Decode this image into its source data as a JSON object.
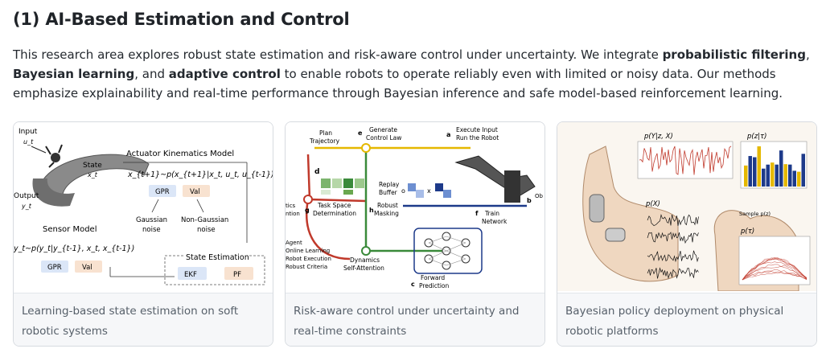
{
  "section": {
    "title": "(1) AI-Based Estimation and Control",
    "intro": {
      "p1": "This research area explores robust state estimation and risk-aware control under uncertainty. We integrate ",
      "b1": "probabilistic filtering",
      "p2": ", ",
      "b2": "Bayesian learning",
      "p3": ", and ",
      "b3": "adaptive control",
      "p4": " to enable robots to operate reliably even with limited or noisy data. Our methods emphasize explainability and real-time performance through Bayesian inference and safe model-based reinforcement learning."
    }
  },
  "cards": [
    {
      "caption": "Learning-based state estimation on soft robotic systems",
      "figure": {
        "input": "Input",
        "u_t": "u_t",
        "state": "State",
        "x_t": "x_t",
        "output": "Output",
        "y_t": "y_t",
        "actuator_title": "Actuator Kinematics Model",
        "actuator_eq": "x_{t+1}~p(x_{t+1}|x_t, u_t, u_{t-1})",
        "gpr": "GPR",
        "val": "Val",
        "gaussian": "Gaussian",
        "noise": "noise",
        "nongaussian": "Non-Gaussian",
        "sensor_title": "Sensor Model",
        "sensor_eq": "y_t~p(y_t|y_{t-1}, x_t, x_{t-1})",
        "state_est": "State Estimation",
        "ekf": "EKF",
        "pf": "PF"
      }
    },
    {
      "caption": "Risk-aware control under uncertainty and real-time constraints",
      "figure": {
        "plan": "Plan",
        "trajectory": "Trajectory",
        "d": "d",
        "e": "e",
        "generate": "Generate",
        "control_law": "Control Law",
        "a": "a",
        "execute": "Execute Input",
        "run_robot": "Run the Robot",
        "replay": "Replay",
        "buffer": "Buffer",
        "o": "o",
        "x": "x",
        "b": "b",
        "ob": "Ob",
        "g": "g",
        "task_space": "Task Space",
        "determination": "Determination",
        "h": "h",
        "robust": "Robust",
        "masking": "Masking",
        "f": "f",
        "train": "Train",
        "network": "Network",
        "tics": "tics",
        "ntion": "ntion",
        "agent": "Agent",
        "online": "Online Learning",
        "robot_exec": "Robot Execution",
        "robust_crit": "Robust Criteria",
        "dynamics": "Dynamics",
        "self_att": "Self-Attention",
        "c": "c",
        "forward": "Forward",
        "prediction": "Prediction"
      }
    },
    {
      "caption": "Bayesian policy deployment on physical robotic platforms",
      "figure": {
        "p_yzx": "p(Y|z, X)",
        "p_zt": "p(z|τ)",
        "p_x": "p(X)",
        "sample": "Sample p(z)",
        "p_tau": "p(τ)"
      }
    }
  ],
  "colors": {
    "accent_green": "#3a8a3a",
    "accent_red": "#d1413a",
    "accent_yellow": "#e5b800",
    "accent_blue": "#1d3a8a",
    "gpr_bg": "#dbe6f7",
    "val_bg": "#f8e2d0"
  }
}
